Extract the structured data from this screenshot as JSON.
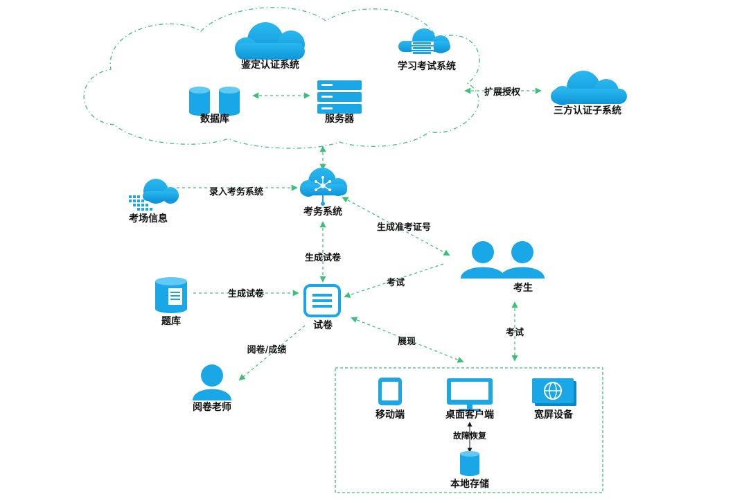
{
  "nodes": {
    "appraisal_system": "鉴定认证系统",
    "learning_exam_system": "学习考试系统",
    "database": "数据库",
    "server": "服务器",
    "third_party_system": "三方认证子系统",
    "exam_affairs_system": "考务系统",
    "exam_site_info": "考场信息",
    "candidate": "考生",
    "question_bank": "题库",
    "exam_paper": "试卷",
    "grading_teacher": "阅卷老师",
    "mobile": "移动端",
    "desktop_client": "桌面客户端",
    "widescreen_device": "宽屏设备",
    "local_storage": "本地存储"
  },
  "edges": {
    "extend_auth": "扩展授权",
    "enter_exam_system": "录入考务系统",
    "generate_admission_no": "生成准考证号",
    "generate_paper_vertical": "生成试卷",
    "generate_paper_bank": "生成试卷",
    "exam_candidate_paper": "考试",
    "exam_candidate_devices": "考试",
    "display": "展现",
    "grading_scores": "阅卷/成绩",
    "failure_recovery": "故障恢复"
  },
  "colors": {
    "icon_blue": "#1aa7e8",
    "icon_dark": "#0b86c9",
    "connector_green": "#3dbf7a"
  }
}
